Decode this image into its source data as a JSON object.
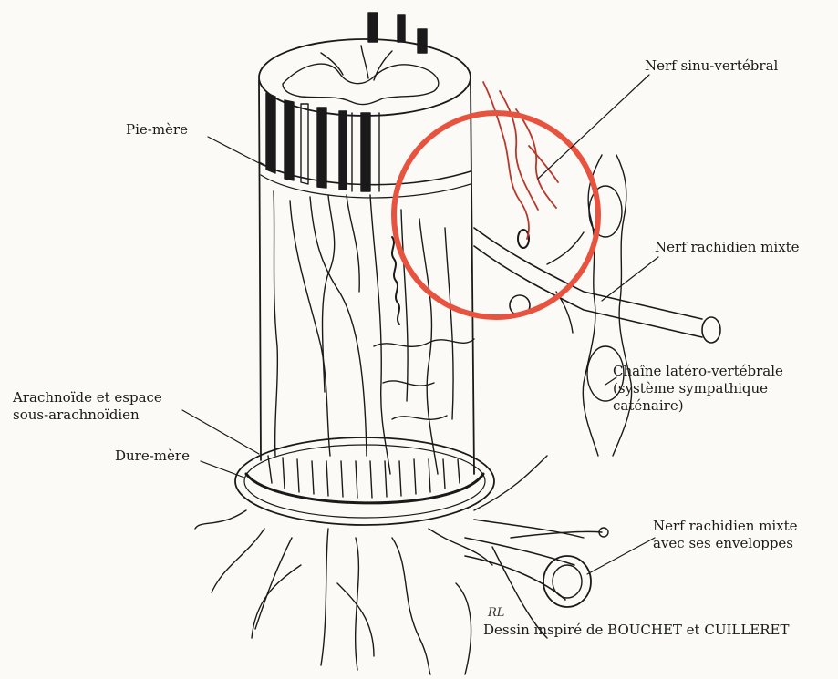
{
  "labels": {
    "pie_mere": "Pie-mère",
    "nerf_sinu_vertebral": "Nerf sinu-vertébral",
    "nerf_rachidien_mixte": "Nerf rachidien mixte",
    "chaine_latero_vertebrale": [
      "Chaîne latéro-vertébrale",
      "(système sympathique",
      "caténaire)"
    ],
    "arachnoide": [
      "Arachnoïde et espace",
      "sous-arachnoïdien"
    ],
    "dure_mere": "Dure-mère",
    "nerf_rachidien_mixte_enveloppes": [
      "Nerf rachidien mixte",
      "avec ses enveloppes"
    ]
  },
  "signature": "RL",
  "credit": "Dessin inspiré de BOUCHET et CUILLERET",
  "colors": {
    "highlight_circle": "#e8533f",
    "sinu_vertebral_nerve": "#b8382c",
    "line_art": "#1a1a1a"
  }
}
